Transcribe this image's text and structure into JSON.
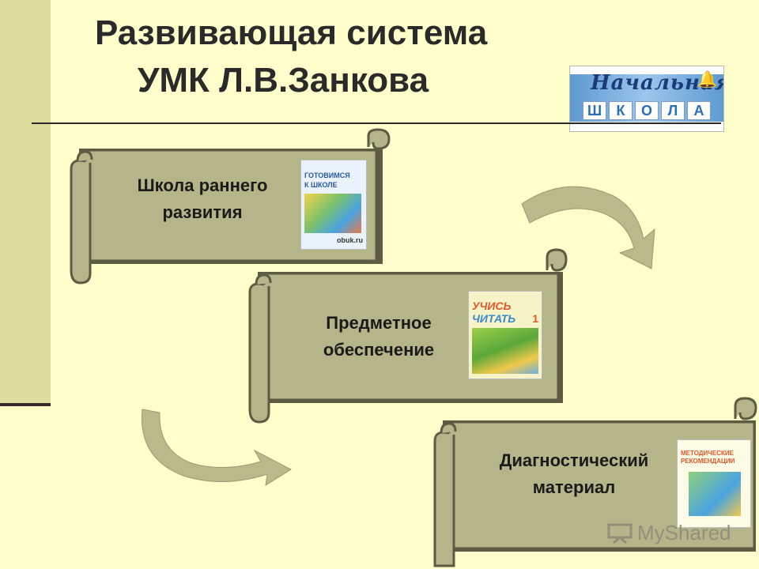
{
  "title": {
    "line1": "Развивающая система",
    "line2": "УМК  Л.В.Занкова"
  },
  "logo": {
    "script": "Начальная",
    "letters": [
      "Ш",
      "К",
      "О",
      "Л",
      "А"
    ]
  },
  "cards": [
    {
      "line1": "Школа раннего",
      "line2": "развития",
      "book": {
        "title1": "ГОТОВИМСЯ",
        "title2": "К ШКОЛЕ",
        "site": "obuk.ru"
      }
    },
    {
      "line1": "Предметное",
      "line2": "обеспечение",
      "book": {
        "title1": "УЧИСЬ",
        "title2": "ЧИТАТЬ",
        "num": "1"
      }
    },
    {
      "line1": "Диагностический",
      "line2": "материал",
      "book": {
        "title1": "МЕТОДИЧЕСКИЕ",
        "title2": "РЕКОМЕНДАЦИИ"
      }
    }
  ],
  "watermark": {
    "text": "MyShared"
  },
  "colors": {
    "background": "#ffffcc",
    "scroll_fill": "#b5b58a",
    "scroll_face": "#dcdcbf",
    "scroll_stroke": "#5c5c42",
    "arrow_fill": "#b9b98c"
  }
}
